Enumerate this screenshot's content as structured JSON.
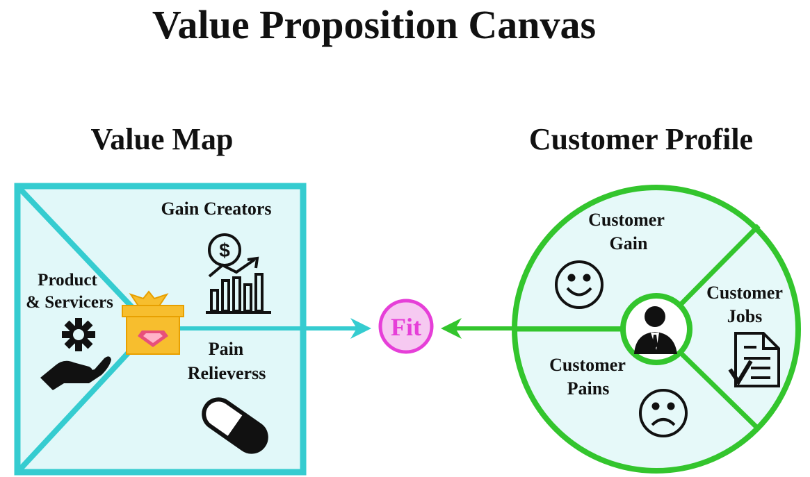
{
  "title": "Value Proposition Canvas",
  "value_map": {
    "heading": "Value Map",
    "gain_creators": "Gain Creators",
    "products_line1": "Product",
    "products_line2": "& Servicers",
    "pain_line1": "Pain",
    "pain_line2": "Relieverss"
  },
  "fit": {
    "label": "Fit"
  },
  "customer_profile": {
    "heading": "Customer Profile",
    "gain_line1": "Customer",
    "gain_line2": "Gain",
    "jobs_line1": "Customer",
    "jobs_line2": "Jobs",
    "pains_line1": "Customer",
    "pains_line2": "Pains"
  },
  "colors": {
    "value_map_stroke": "#35CCD0",
    "value_map_fill": "#E1F8F9",
    "profile_stroke": "#33C52D",
    "profile_fill": "#E6F9F9",
    "fit_fill": "#F6C9F1",
    "fit_stroke": "#E63FD8",
    "fit_text": "#E63FD8",
    "gift": "#F7BE2E",
    "gem": "#E8507A",
    "text": "#111111"
  },
  "icons": {
    "gain_creators": "chart-dollar-icon",
    "products": "hand-gear-icon",
    "pain_relievers": "pill-icon",
    "value_center": "gift-box-icon",
    "customer_gain": "smile-icon",
    "customer_pains": "frown-icon",
    "customer_jobs": "checklist-icon",
    "profile_center": "businessman-icon"
  }
}
